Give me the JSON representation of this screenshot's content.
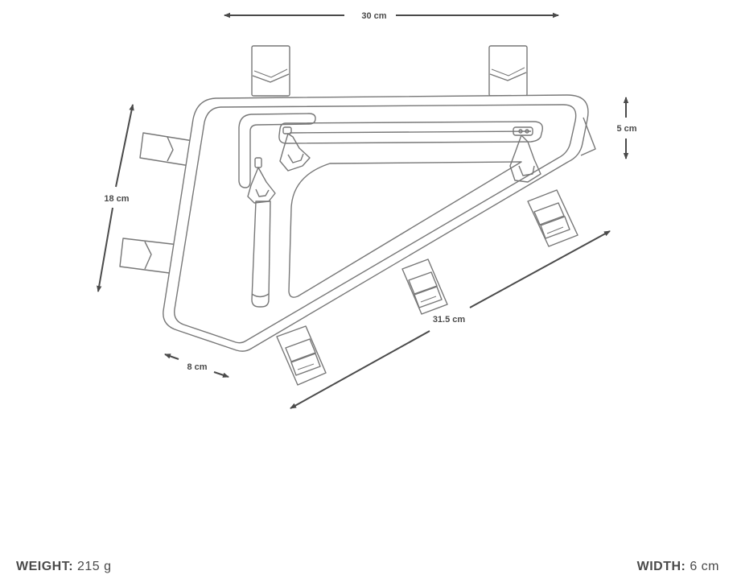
{
  "dimensions": {
    "top_width": "30 cm",
    "right_height": "5 cm",
    "left_height": "18 cm",
    "bottom_length": "31.5 cm",
    "tail_length": "8 cm"
  },
  "specs": {
    "weight_label": "WEIGHT:",
    "weight_value": "215 g",
    "width_label": "WIDTH:",
    "width_value": "6 cm"
  },
  "colors": {
    "outline": "#777777",
    "arrow": "#4a4a4a",
    "background": "#ffffff"
  }
}
